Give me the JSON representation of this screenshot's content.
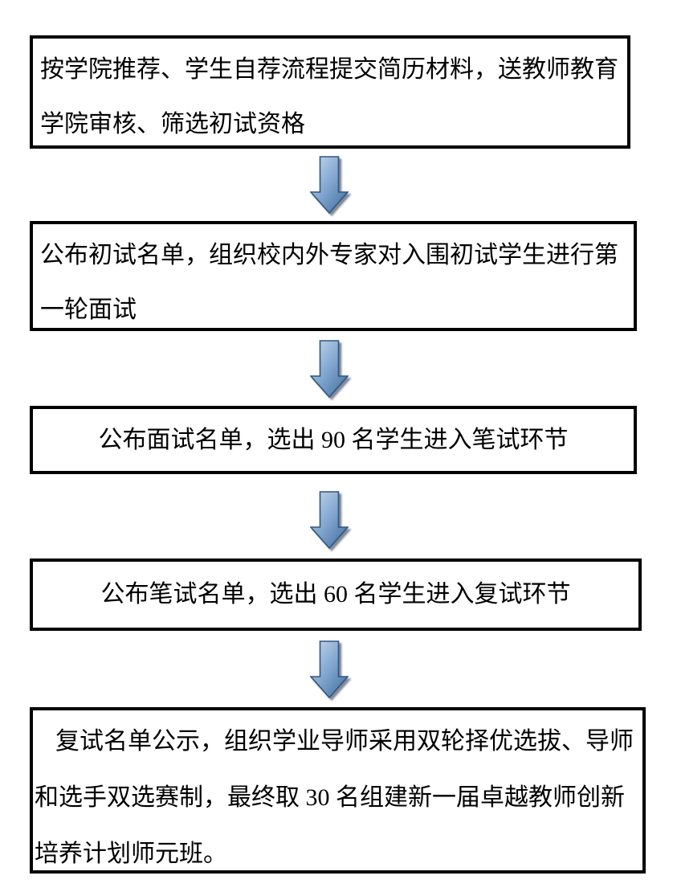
{
  "page": {
    "background": "#ffffff",
    "box_border_color": "#000000",
    "text_color": "#000000"
  },
  "flow": {
    "boxes": [
      {
        "id": "step-1",
        "align": "left",
        "lines": [
          "按学院推荐、学生自荐流程提交简历材料，送教师教育",
          "学院审核、筛选初试资格"
        ]
      },
      {
        "id": "step-2",
        "align": "left",
        "lines": [
          "公布初试名单，组织校内外专家对入围初试学生进行第",
          "一轮面试"
        ]
      },
      {
        "id": "step-3",
        "align": "center",
        "lines": [
          "公布面试名单，选出 90 名学生进入笔试环节"
        ]
      },
      {
        "id": "step-4",
        "align": "center",
        "lines": [
          "公布笔试名单，选出 60 名学生进入复试环节"
        ]
      },
      {
        "id": "step-5",
        "align": "left",
        "lines": [
          "复试名单公示，组织学业导师采用双轮择优选拔、导师",
          "和选手双选赛制，最终取 30 名组建新一届卓越教师创新",
          "培养计划师元班。"
        ]
      }
    ],
    "arrow": {
      "name": "down-arrow",
      "fill_top": "#c9d9ec",
      "fill_mid": "#84a8d1",
      "fill_bottom": "#45719f",
      "stroke": "#30567f"
    }
  }
}
